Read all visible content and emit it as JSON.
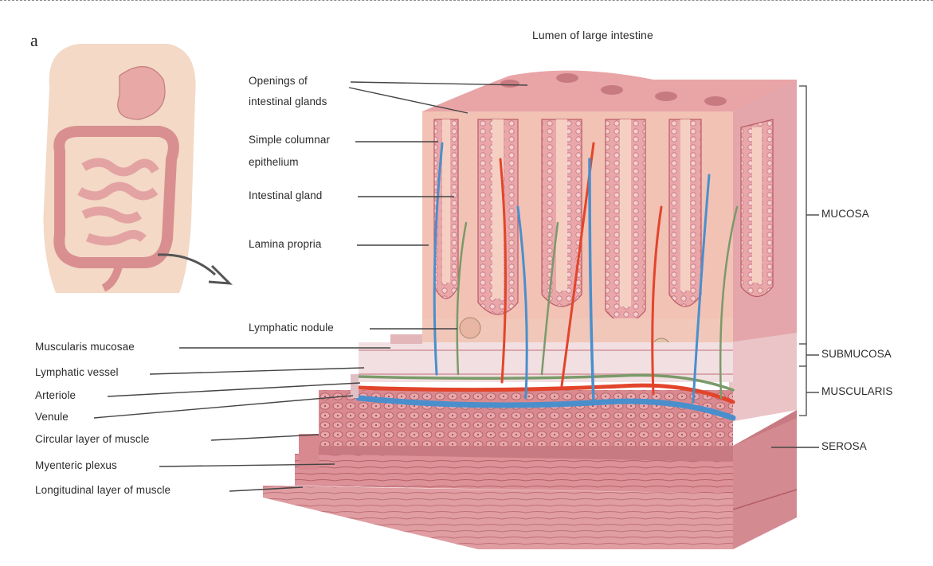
{
  "figure": {
    "panel_letter": "a",
    "labels": {
      "lumen": "Lumen of large intestine",
      "openings": [
        "Openings of",
        "intestinal glands"
      ],
      "epithelium": [
        "Simple columnar",
        "epithelium"
      ],
      "gland": "Intestinal gland",
      "lamina": "Lamina propria",
      "nodule": "Lymphatic nodule",
      "muscularis_mucosae": "Muscularis mucosae",
      "lymphatic_vessel": "Lymphatic vessel",
      "arteriole": "Arteriole",
      "venule": "Venule",
      "circular": "Circular layer of muscle",
      "myenteric": "Myenteric plexus",
      "longitudinal": "Longitudinal layer of muscle",
      "mucosa": "MUCOSA",
      "submucosa": "SUBMUCOSA",
      "muscularis": "MUSCULARIS",
      "serosa": "SEROSA"
    }
  }
}
